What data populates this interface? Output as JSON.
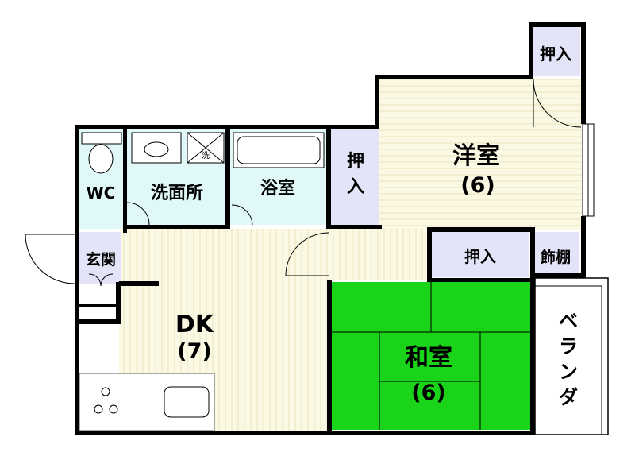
{
  "rooms": {
    "youshitsu": {
      "name": "洋室",
      "size": "(6)"
    },
    "washitsu": {
      "name": "和室",
      "size": "(6)"
    },
    "dk": {
      "name": "DK",
      "size": "(7)"
    },
    "yokushitsu": "浴室",
    "senmenjo": "洗面所",
    "wc": "WC",
    "genkan": "玄関",
    "oshiire_top": "押入",
    "oshiire_side_1": "押",
    "oshiire_side_2": "入",
    "oshiire_mid": "押入",
    "kazaridana": "飾棚",
    "veranda": [
      "ベ",
      "ラ",
      "ン",
      "ダ"
    ],
    "washer_mark": "洗"
  },
  "colors": {
    "wall": "#000000",
    "youshitsu_floor": "#fbf8e4",
    "wet_area": "#e0f8f8",
    "closet": "#e4e4f8",
    "tatami": "#19d419",
    "veranda": "#ffffff"
  }
}
